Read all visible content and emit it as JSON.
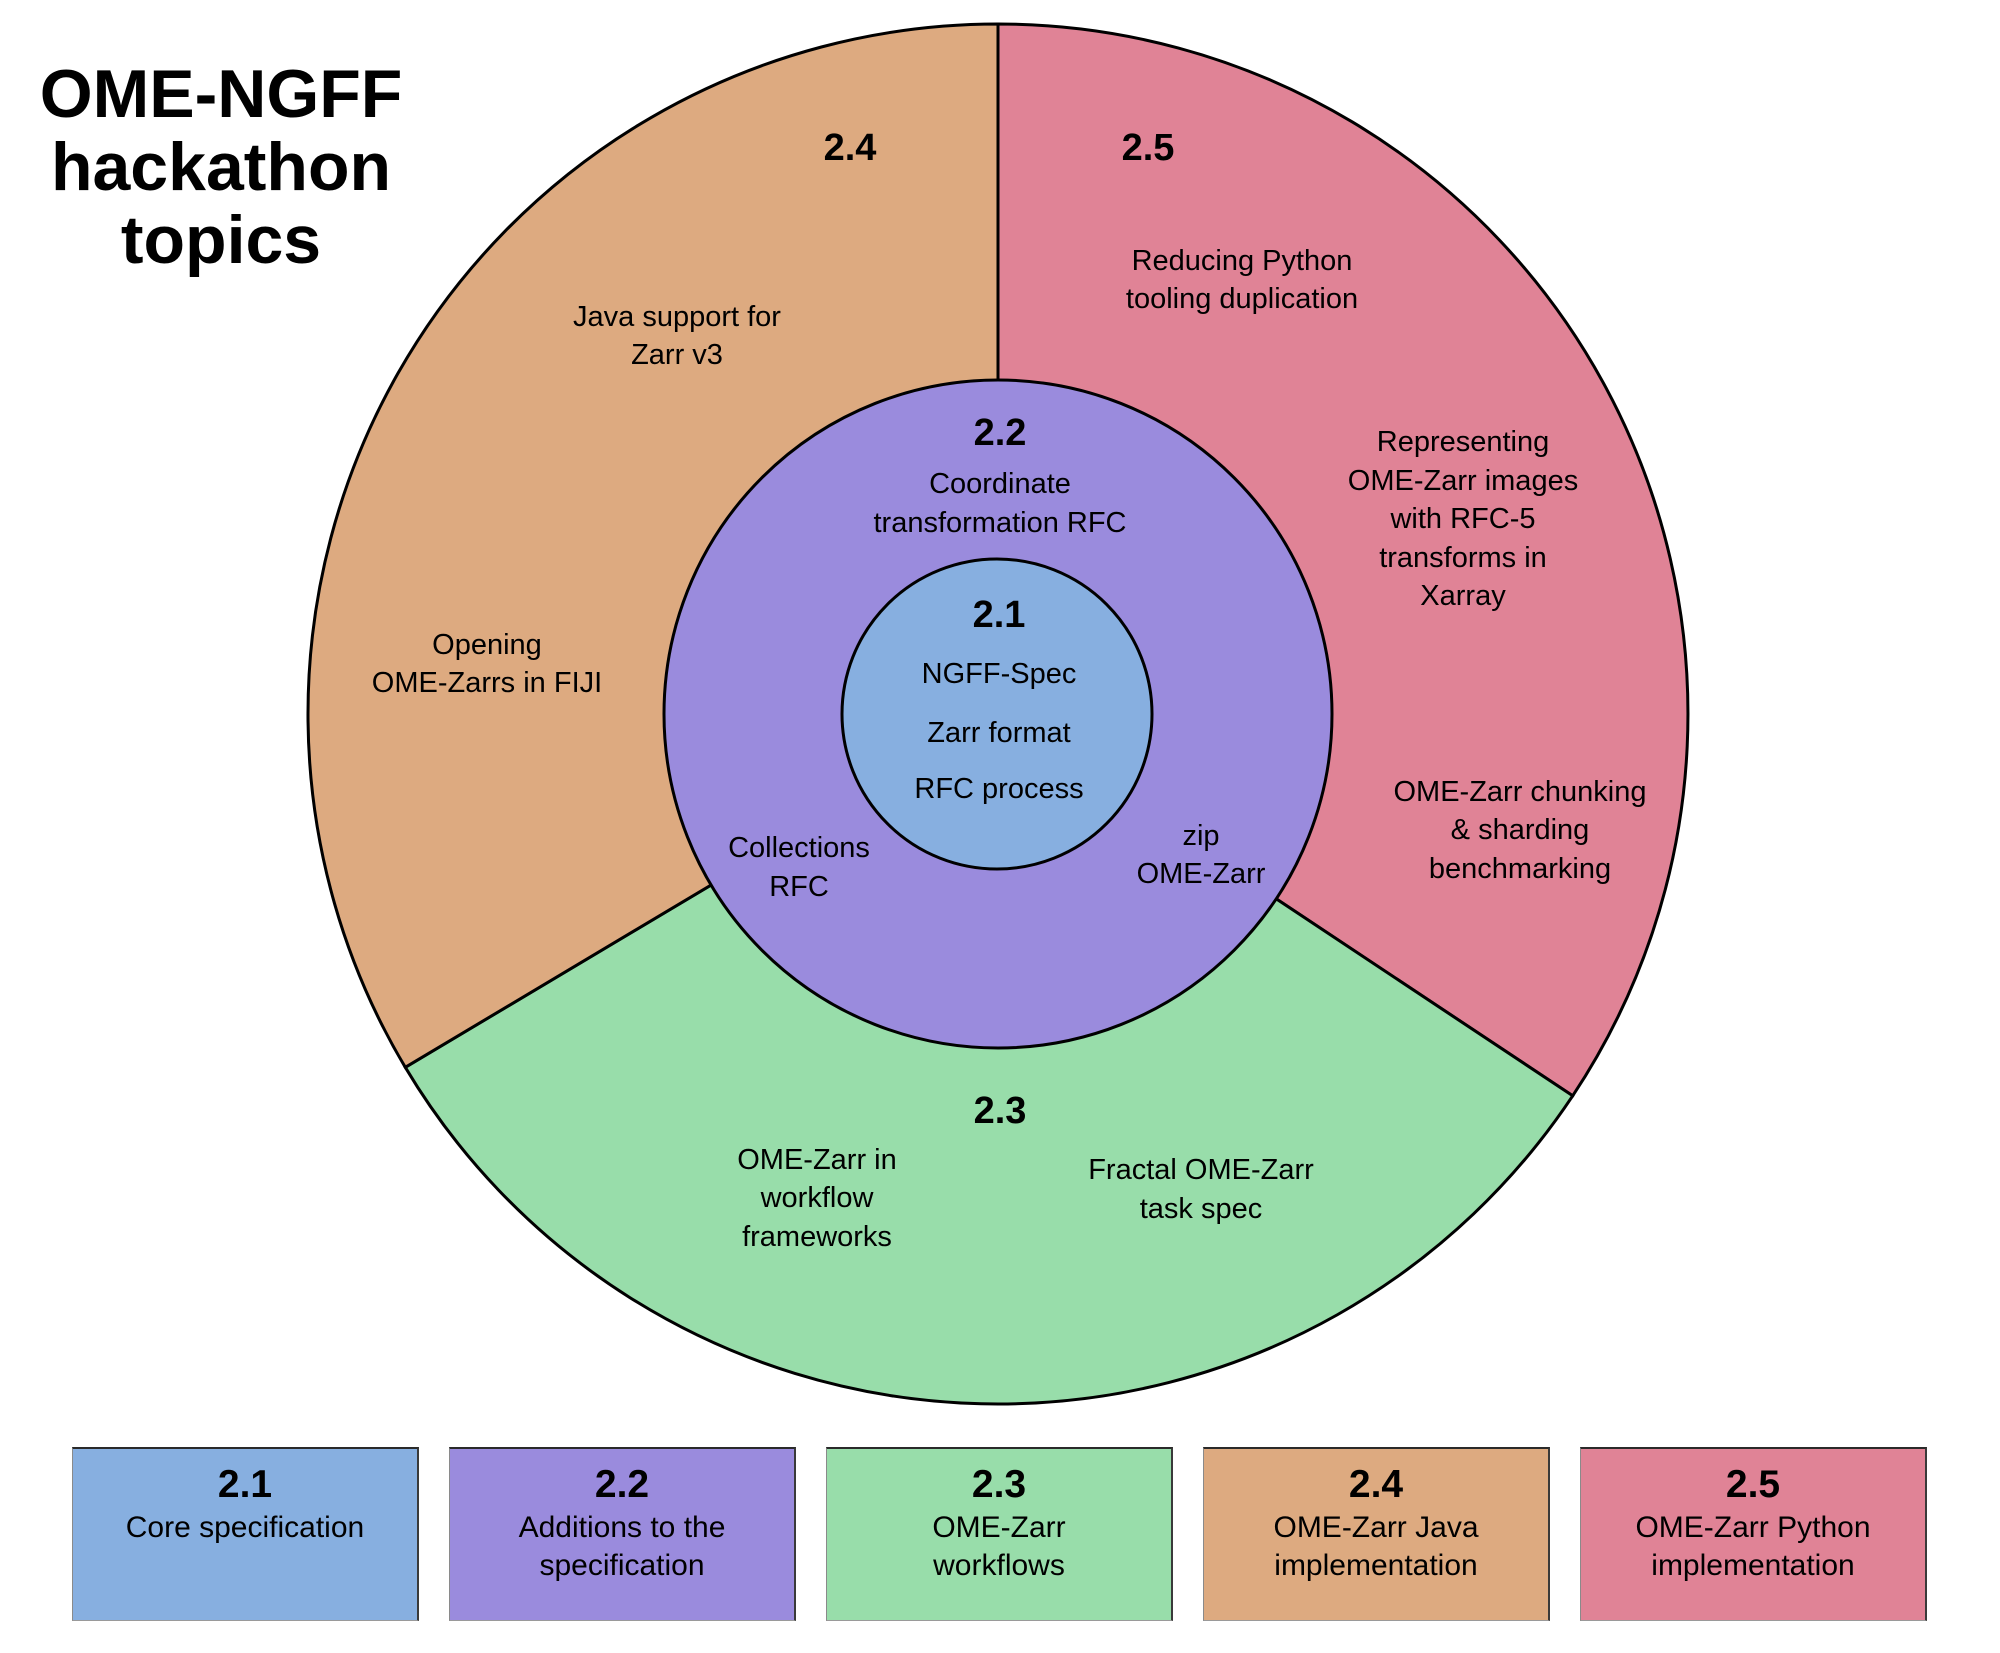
{
  "title": {
    "lines": [
      "OME-NGFF",
      "hackathon",
      "topics"
    ]
  },
  "colors": {
    "core": "#87AFE0",
    "additions": "#9A8BDD",
    "workflows": "#98DDAA",
    "java": "#DDAA80",
    "python": "#E08396",
    "stroke": "#000000"
  },
  "segments": {
    "s21": {
      "number": "2.1",
      "topics": [
        "NGFF-Spec",
        "Zarr format",
        "RFC process"
      ]
    },
    "s22": {
      "number": "2.2",
      "topics": {
        "top": [
          "Coordinate",
          "transformation RFC"
        ],
        "left": [
          "Collections",
          "RFC"
        ],
        "right": [
          "zip",
          "OME-Zarr"
        ]
      }
    },
    "s23": {
      "number": "2.3",
      "topics": {
        "left": [
          "OME-Zarr in",
          "workflow",
          "frameworks"
        ],
        "right": [
          "Fractal OME-Zarr",
          "task spec"
        ]
      }
    },
    "s24": {
      "number": "2.4",
      "topics": {
        "upper": [
          "Java support for",
          "Zarr v3"
        ],
        "lower": [
          "Opening",
          "OME-Zarrs in FIJI"
        ]
      }
    },
    "s25": {
      "number": "2.5",
      "topics": {
        "first": [
          "Reducing Python",
          "tooling duplication"
        ],
        "second": [
          "Representing",
          "OME-Zarr images",
          "with RFC-5",
          "transforms in",
          "Xarray"
        ],
        "third": [
          "OME-Zarr chunking",
          "& sharding",
          "benchmarking"
        ]
      }
    }
  },
  "legend": [
    {
      "number": "2.1",
      "lines": [
        "Core specification"
      ],
      "color_key": "core"
    },
    {
      "number": "2.2",
      "lines": [
        "Additions to the",
        "specification"
      ],
      "color_key": "additions"
    },
    {
      "number": "2.3",
      "lines": [
        "OME-Zarr",
        "workflows"
      ],
      "color_key": "workflows"
    },
    {
      "number": "2.4",
      "lines": [
        "OME-Zarr Java",
        "implementation"
      ],
      "color_key": "java"
    },
    {
      "number": "2.5",
      "lines": [
        "OME-Zarr Python",
        "implementation"
      ],
      "color_key": "python"
    }
  ]
}
